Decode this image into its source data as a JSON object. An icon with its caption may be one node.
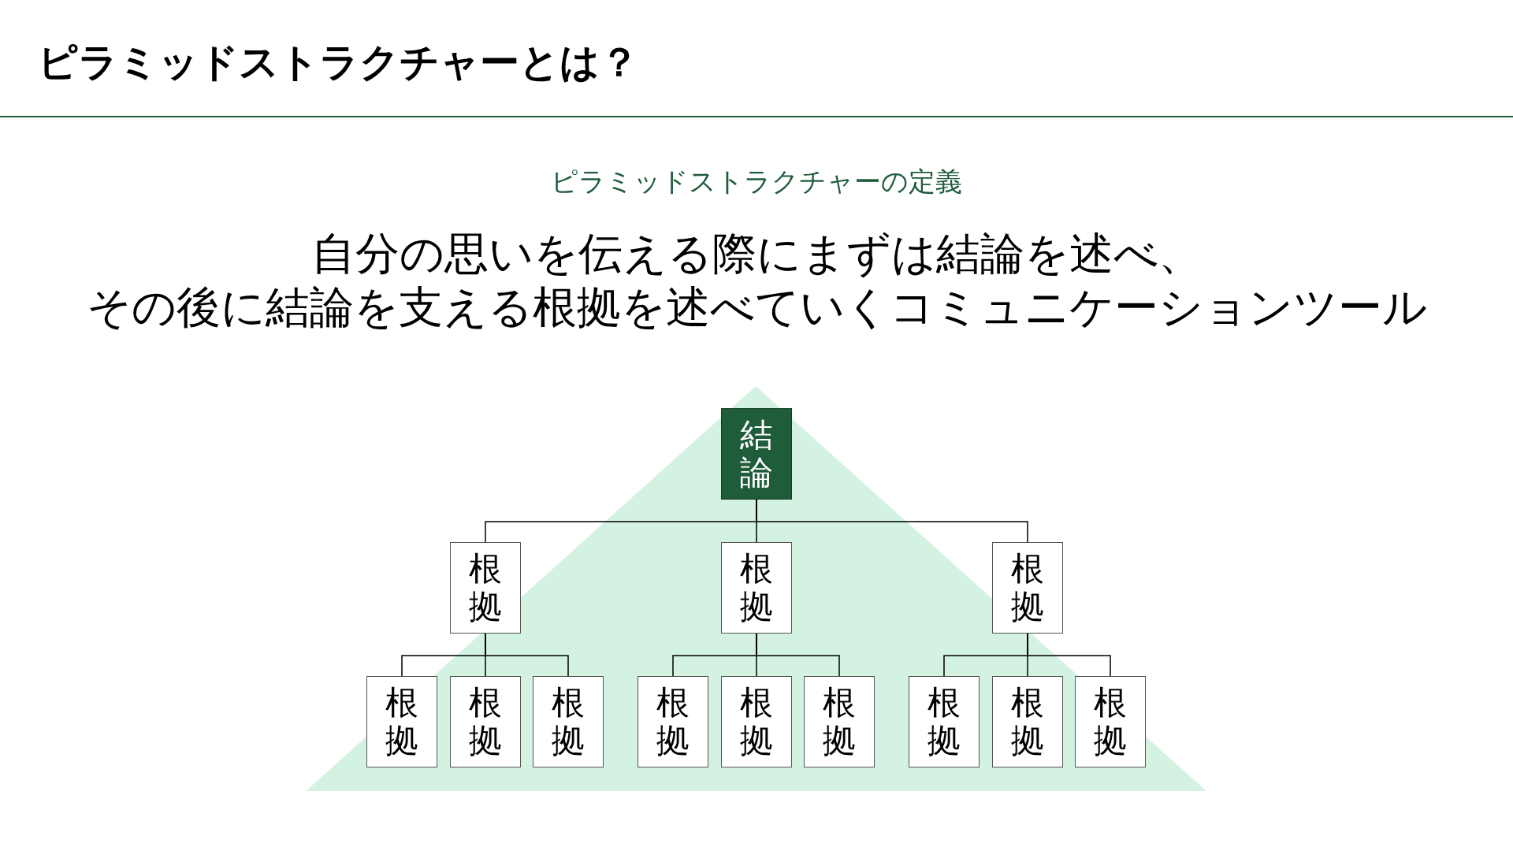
{
  "diagram": {
    "title": "ピラミッドストラクチャーとは？",
    "nodes": [
      {
        "text": [
          "結論"
        ]
      },
      {
        "text": [
          "根拠"
        ]
      },
      {
        "text": [
          "根拠"
        ]
      },
      {
        "text": [
          "根拠"
        ]
      },
      {
        "text": [
          "根拠"
        ]
      },
      {
        "text": [
          "根拠"
        ]
      },
      {
        "text": [
          "根拠"
        ]
      },
      {
        "text": [
          "根拠"
        ]
      },
      {
        "text": [
          "根拠"
        ]
      },
      {
        "text": [
          "根拠"
        ]
      },
      {
        "text": [
          "根拠"
        ]
      },
      {
        "text": [
          "根拠"
        ]
      },
      {
        "text": [
          "根拠"
        ]
      }
    ],
    "edges": [
      {
        "from": 0,
        "to": 1,
        "arrow": "none"
      },
      {
        "from": 0,
        "to": 2,
        "arrow": "none"
      },
      {
        "from": 0,
        "to": 3,
        "arrow": "none"
      },
      {
        "from": 1,
        "to": 4,
        "arrow": "none"
      },
      {
        "from": 1,
        "to": 5,
        "arrow": "none"
      },
      {
        "from": 1,
        "to": 6,
        "arrow": "none"
      },
      {
        "from": 2,
        "to": 7,
        "arrow": "none"
      },
      {
        "from": 2,
        "to": 8,
        "arrow": "none"
      },
      {
        "from": 2,
        "to": 9,
        "arrow": "none"
      },
      {
        "from": 3,
        "to": 10,
        "arrow": "none"
      },
      {
        "from": 3,
        "to": 11,
        "arrow": "none"
      },
      {
        "from": 3,
        "to": 12,
        "arrow": "none"
      }
    ],
    "labels": [
      "ピラミッドストラクチャーの定義",
      "自分の思いを伝える際にまずは結論を述べ、",
      "その後に結論を支える根拠を述べていくコミュニケーションツール"
    ]
  }
}
